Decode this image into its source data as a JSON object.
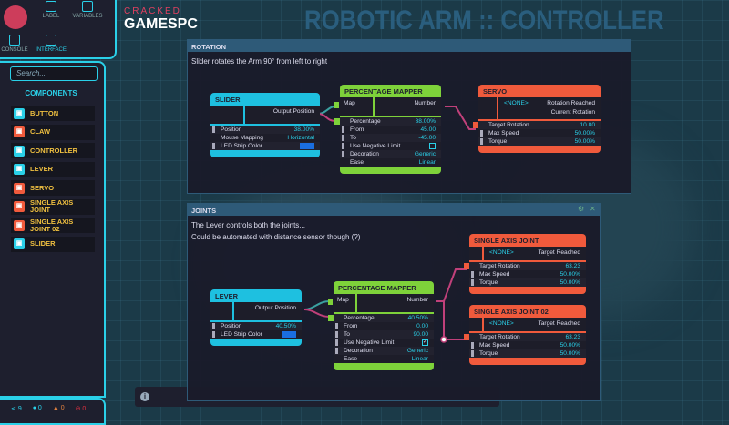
{
  "title": "ROBOTIC ARM :: CONTROLLER",
  "toolbar": {
    "logo_top": "CRACKED",
    "logo_main": "GAMESPC",
    "tools": [
      "LABEL",
      "VARIABLES",
      "CONSOLE",
      "INTERFACE"
    ]
  },
  "search": {
    "placeholder": "Search..."
  },
  "components": {
    "heading": "COMPONENTS",
    "items": [
      {
        "label": "BUTTON",
        "color": "#2ad0e8"
      },
      {
        "label": "CLAW",
        "color": "#f05a3c"
      },
      {
        "label": "CONTROLLER",
        "color": "#2ad0e8"
      },
      {
        "label": "LEVER",
        "color": "#2ad0e8"
      },
      {
        "label": "SERVO",
        "color": "#f05a3c"
      },
      {
        "label": "SINGLE AXIS JOINT",
        "color": "#f05a3c"
      },
      {
        "label": "SINGLE AXIS JOINT 02",
        "color": "#f05a3c"
      },
      {
        "label": "SLIDER",
        "color": "#2ad0e8"
      }
    ]
  },
  "status": {
    "nodes": "9",
    "info": "0",
    "warnings": "0",
    "errors": "0"
  },
  "panels": {
    "rotation": {
      "title": "ROTATION",
      "desc": [
        "Slider rotates the Arm 90° from left to right"
      ]
    },
    "joints": {
      "title": "JOINTS",
      "desc": [
        "The Lever controls both the joints...",
        "Could be automated with distance sensor though (?)"
      ]
    }
  },
  "nodes": [
    {
      "id": "slider",
      "title": "SLIDER",
      "color": "#1ec0e0",
      "out": [
        "Output Position"
      ],
      "params": [
        [
          "Position",
          "38.00%"
        ],
        [
          "Mouse Mapping",
          "Horizontal"
        ],
        [
          "LED Strip Color",
          "swatch"
        ]
      ]
    },
    {
      "id": "mapper1",
      "title": "PERCENTAGE MAPPER",
      "color": "#7ed23a",
      "inL": "Map",
      "out": [
        "Number"
      ],
      "params": [
        [
          "Percentage",
          "38.00%"
        ],
        [
          "From",
          "45.00"
        ],
        [
          "To",
          "-45.00"
        ],
        [
          "Use Negative Limit",
          "unchecked"
        ],
        [
          "Decoration",
          "Generic"
        ],
        [
          "Ease",
          "Linear"
        ]
      ]
    },
    {
      "id": "servo",
      "title": "SERVO",
      "color": "#f05a3c",
      "none": "<NONE>",
      "out": [
        "Rotation Reached",
        "Current Rotation"
      ],
      "params": [
        [
          "Target Rotation",
          "10.80"
        ],
        [
          "Max Speed",
          "50.00%"
        ],
        [
          "Torque",
          "50.00%"
        ]
      ]
    },
    {
      "id": "lever",
      "title": "LEVER",
      "color": "#1ec0e0",
      "out": [
        "Output Position"
      ],
      "params": [
        [
          "Position",
          "40.50%"
        ],
        [
          "LED Strip Color",
          "swatch"
        ]
      ]
    },
    {
      "id": "mapper2",
      "title": "PERCENTAGE MAPPER",
      "color": "#7ed23a",
      "inL": "Map",
      "out": [
        "Number"
      ],
      "params": [
        [
          "Percentage",
          "40.50%"
        ],
        [
          "From",
          "0.00"
        ],
        [
          "To",
          "90.00"
        ],
        [
          "Use Negative Limit",
          "checked"
        ],
        [
          "Decoration",
          "Generic"
        ],
        [
          "Ease",
          "Linear"
        ]
      ]
    },
    {
      "id": "saj1",
      "title": "SINGLE AXIS JOINT",
      "color": "#f05a3c",
      "none": "<NONE>",
      "out": [
        "Target Reached"
      ],
      "params": [
        [
          "Target Rotation",
          "63.23"
        ],
        [
          "Max Speed",
          "50.00%"
        ],
        [
          "Torque",
          "50.00%"
        ]
      ]
    },
    {
      "id": "saj2",
      "title": "SINGLE AXIS JOINT 02",
      "color": "#f05a3c",
      "none": "<NONE>",
      "out": [
        "Target Reached"
      ],
      "params": [
        [
          "Target Rotation",
          "63.23"
        ],
        [
          "Max Speed",
          "50.00%"
        ],
        [
          "Torque",
          "50.00%"
        ]
      ]
    }
  ]
}
